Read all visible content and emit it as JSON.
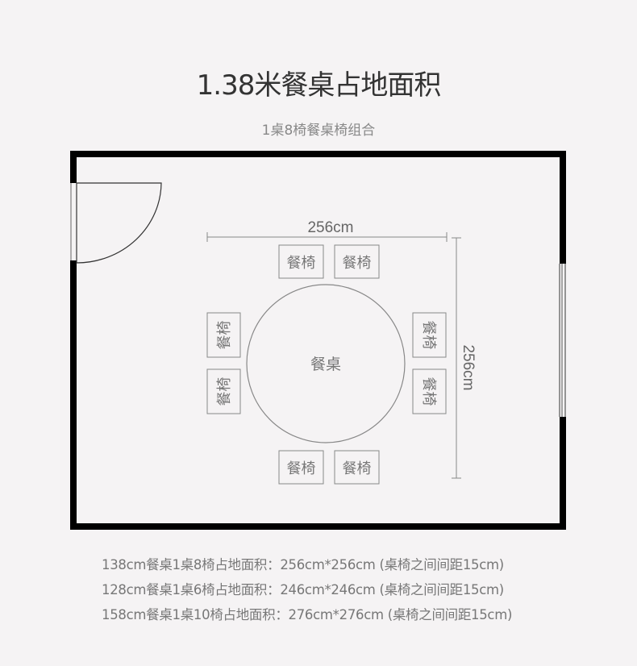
{
  "title": "1.38米餐桌占地面积",
  "subtitle": "1桌8椅餐桌椅组合",
  "plan": {
    "width_label": "256cm",
    "depth_label": "256cm",
    "table_label": "餐桌",
    "chair_label": "餐椅"
  },
  "notes": [
    "138cm餐桌1桌8椅占地面积：256cm*256cm (桌椅之间间距15cm)",
    "128cm餐桌1桌6椅占地面积：246cm*246cm (桌椅之间间距15cm)",
    "158cm餐桌1桌10椅占地面积：276cm*276cm (桌椅之间间距15cm)"
  ],
  "colors": {
    "background": "#f5f3f4",
    "wall": "#000000",
    "line": "#888888",
    "text": "#333333"
  }
}
